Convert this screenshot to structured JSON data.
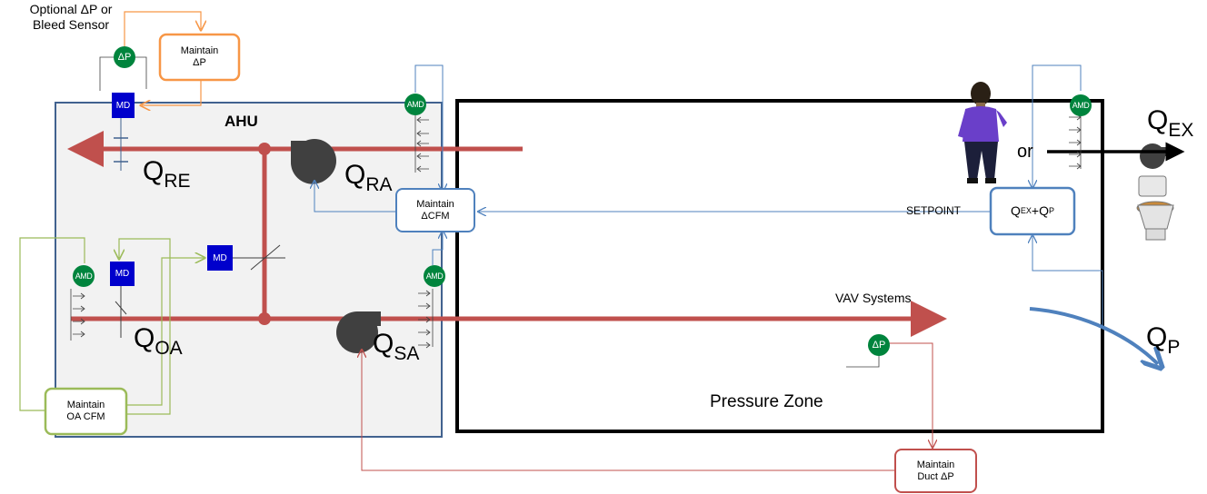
{
  "labels": {
    "sensor_note_line1": "Optional ΔP or",
    "sensor_note_line2": "Bleed Sensor",
    "ahu": "AHU",
    "q": "Q",
    "sub_re": "RE",
    "sub_ra": "RA",
    "sub_oa": "OA",
    "sub_sa": "SA",
    "sub_ex": "EX",
    "sub_p": "P",
    "vav": "VAV Systems",
    "pressure_zone": "Pressure Zone",
    "setpoint": "SETPOINT",
    "or": "or"
  },
  "boxes": {
    "maintain_dp": [
      "Maintain",
      "ΔP"
    ],
    "maintain_dcfm": [
      "Maintain",
      "ΔCFM"
    ],
    "maintain_oa": [
      "Maintain",
      "OA CFM"
    ],
    "maintain_duct": [
      "Maintain",
      "Duct ΔP"
    ],
    "qex_qp": {
      "q1": "Q",
      "s1": "EX",
      "plus": "+",
      "q2": "Q",
      "s2": "P"
    }
  },
  "badges": {
    "dp": "ΔP",
    "md": "MD",
    "amd": "AMD"
  },
  "colors": {
    "duct_red": "#c0504d",
    "control_blue": "#4f81bd",
    "control_orange": "#f79646",
    "control_green": "#9bbb59",
    "sensor_green": "#00843d",
    "damper_blue": "#0000cc",
    "ahu_fill": "#f2f2f2",
    "ahu_border": "#41628f",
    "fan_dark": "#404040"
  }
}
